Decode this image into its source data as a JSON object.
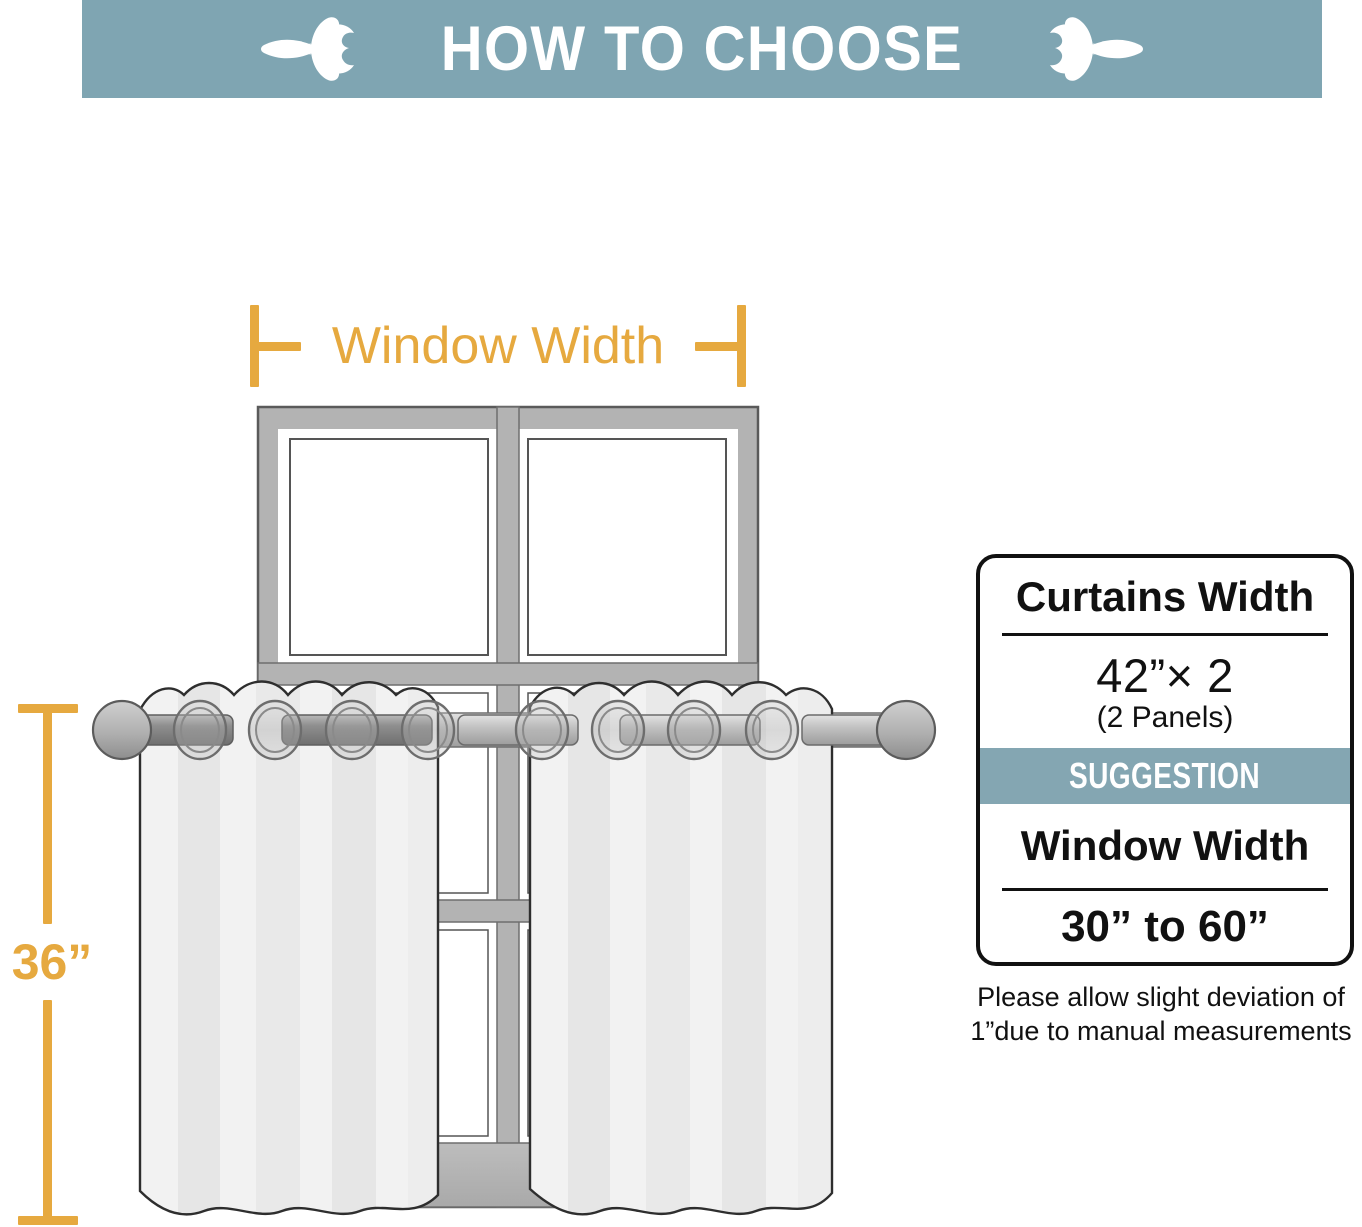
{
  "header": {
    "title": "HOW TO CHOOSE",
    "ornament_left": "fleur-de-lis-icon",
    "ornament_right": "fleur-de-lis-icon",
    "background_color": "#7fa5b2",
    "text_color": "#ffffff"
  },
  "diagram": {
    "width_label": "Window Width",
    "height_label": "36”",
    "dimension_color": "#e6a93f",
    "window_frame_color": "#b3b3b3",
    "curtain_color": "#f2f2f2",
    "rod_color": "#9a9a9a",
    "panel_count": 2,
    "grommets_per_panel": 4
  },
  "suggestion_card": {
    "curtains_width_title": "Curtains Width",
    "curtains_width_value": "42”× 2",
    "curtains_width_note": "(2 Panels)",
    "suggestion_label": "SUGGESTION",
    "suggestion_band_color": "#84a6b2",
    "window_width_title": "Window Width",
    "window_width_value": "30” to 60”",
    "border_color": "#111111"
  },
  "footnote": {
    "line1": "Please allow slight deviation of",
    "line2": "1”due to manual measurements"
  }
}
